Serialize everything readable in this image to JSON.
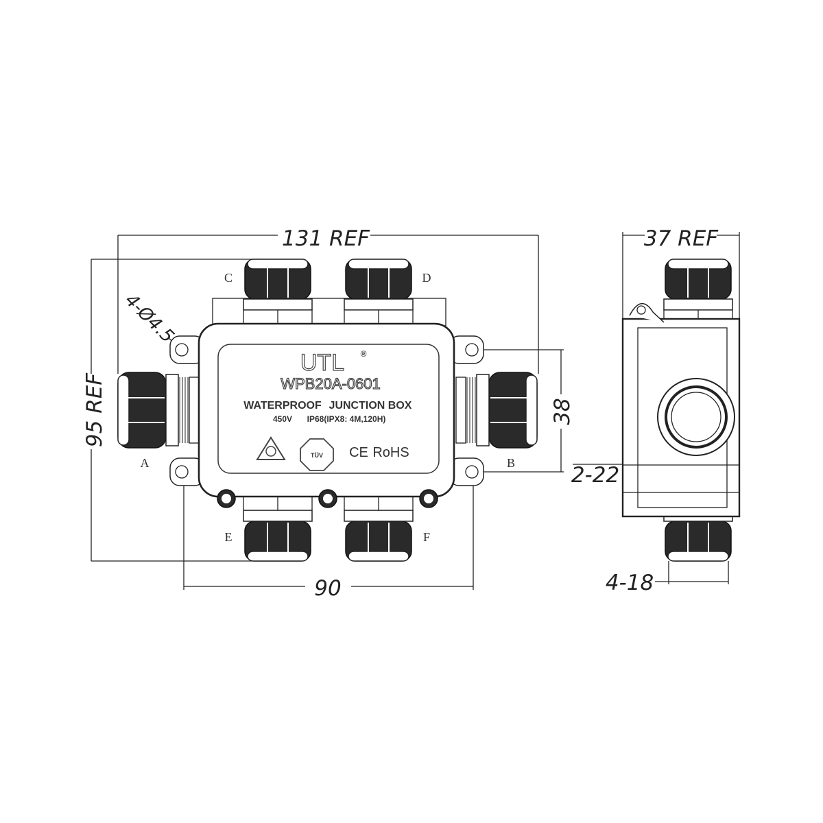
{
  "dimensions": {
    "width_ref": "131 REF",
    "height_ref": "95 REF",
    "hole_spacing": "90",
    "hole_height": "38",
    "holes": "4-Ø4.5",
    "depth_ref": "37 REF",
    "side_port": "2-22",
    "top_ports": "4-18"
  },
  "ports": {
    "a": "A",
    "b": "B",
    "c": "C",
    "d": "D",
    "e": "E",
    "f": "F"
  },
  "label": {
    "brand": "UTL",
    "registered": "®",
    "model": "WPB20A-0601",
    "type_left": "WATERPROOF",
    "type_right": "JUNCTION BOX",
    "voltage": "450V",
    "rating": "IP68(IPX8: 4M,120H)",
    "cert_tuv": "TÜV",
    "cert_ce": "CE",
    "cert_rohs": "RoHS"
  }
}
